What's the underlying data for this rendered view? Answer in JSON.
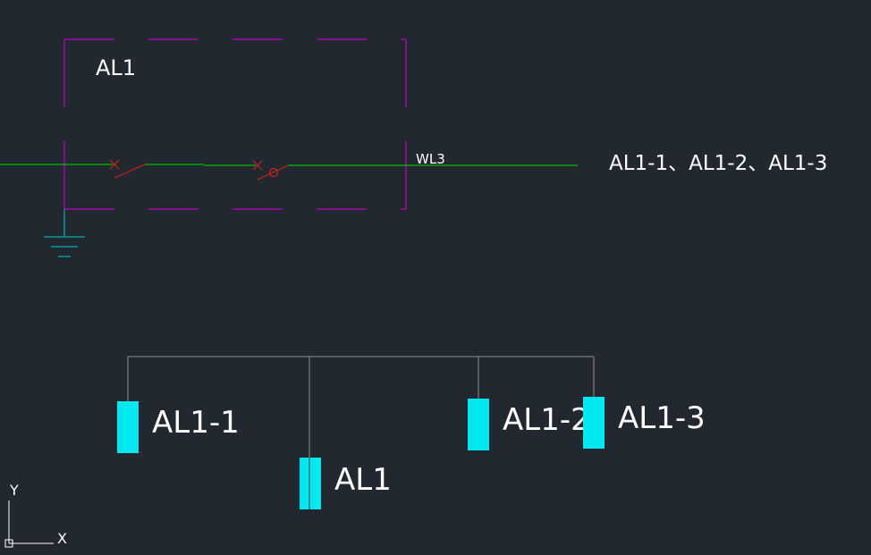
{
  "colors": {
    "background": "#212830",
    "enclosure": "#c000c0",
    "bus_line": "#00c000",
    "switch": "#d02020",
    "ground": "#00b0b0",
    "branch_line": "#909090",
    "panel_fill": "#00e8f0",
    "text": "#ffffff",
    "ucs": "#ffffff"
  },
  "enclosure": {
    "label": "AL1"
  },
  "feeder": {
    "label": "WL3",
    "destinations": "AL1-1、AL1-2、AL1-3"
  },
  "panels": [
    {
      "label": "AL1-1"
    },
    {
      "label": "AL1"
    },
    {
      "label": "AL1-2"
    },
    {
      "label": "AL1-3"
    }
  ],
  "ucs": {
    "y_label": "Y",
    "x_label": "X"
  }
}
